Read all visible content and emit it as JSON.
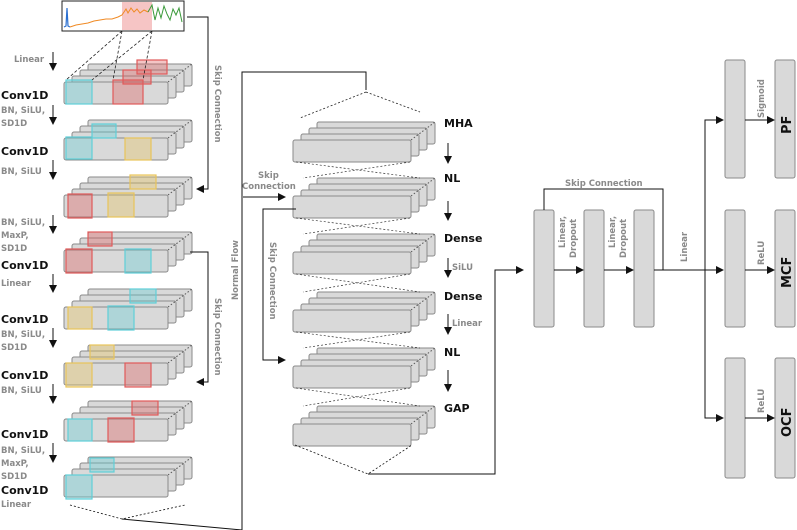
{
  "encoder": {
    "block_label": "Conv1D",
    "annotations": {
      "linear_top": "Linear",
      "bn_silu_sd1d": [
        "BN, SiLU,",
        "SD1D"
      ],
      "bn_silu": "BN, SiLU",
      "bn_silu_maxp_sd1d": [
        "BN, SiLU,",
        "MaxP,",
        "SD1D"
      ],
      "linear": "Linear",
      "linear_bottom": "Linear"
    },
    "skip_connection": "Skip Connection",
    "normal_flow": "Normal Flow"
  },
  "transformer": {
    "layers": [
      "MHA",
      "NL",
      "Dense",
      "Dense",
      "NL",
      "GAP"
    ],
    "silu": "SiLU",
    "linear": "Linear",
    "skip_connection_1": [
      "Skip",
      "Connection"
    ],
    "skip_connection_2": "Skip Connection"
  },
  "head": {
    "skip_connection": "Skip Connection",
    "dense1": [
      "Linear,",
      "Dropout"
    ],
    "dense2": [
      "Linear,",
      "Dropout"
    ],
    "linear": "Linear",
    "outputs": [
      {
        "activation": "Sigmoid",
        "name": "PF"
      },
      {
        "activation": "ReLU",
        "name": "MCF"
      },
      {
        "activation": "ReLU",
        "name": "OCF"
      }
    ]
  },
  "colors": {
    "block_fill": "#d9d9d9",
    "block_stroke": "#8a8a8a",
    "cyan": "#5fcfd8",
    "red": "#e05a5a",
    "yellow": "#e8c45a",
    "signal_orange": "#f08a24",
    "signal_green": "#3a9a3a",
    "signal_blue": "#2a6fd0"
  }
}
